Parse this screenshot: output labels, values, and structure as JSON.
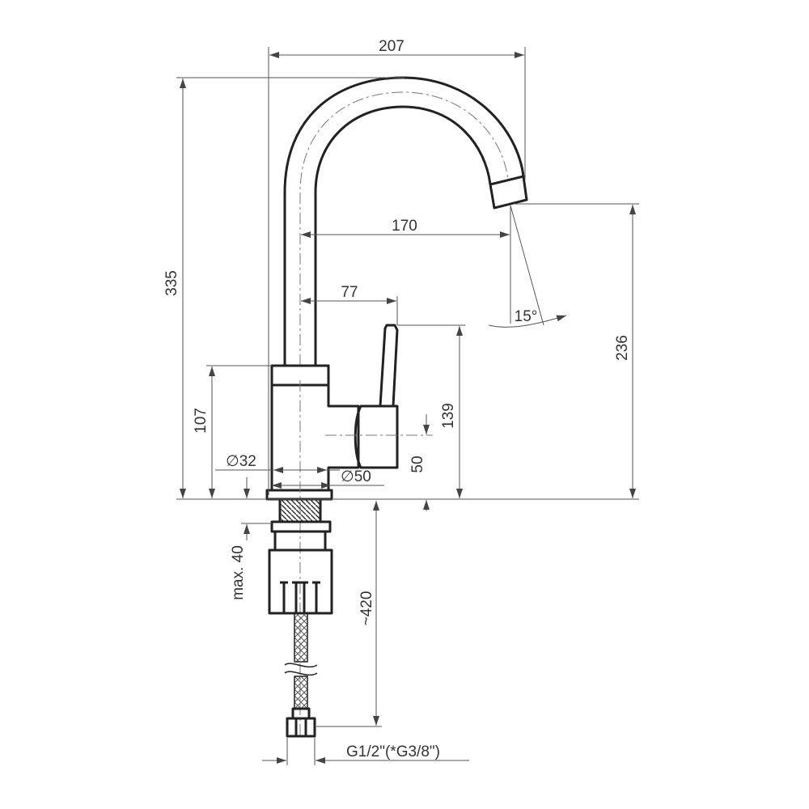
{
  "diagram": {
    "width_overall": "207",
    "height_total": "335",
    "reach_spout": "170",
    "reach_handle": "77",
    "outlet_angle": "15°",
    "spout_height": "236",
    "body_height": "107",
    "handle_height": "139",
    "handle_axis_height": "50",
    "body_diameter": "∅32",
    "base_diameter": "∅50",
    "max_deck": "max. 40",
    "hose_length": "~420",
    "thread": "G1/2\"(*G3/8\")"
  },
  "colors": {
    "line": "#222222",
    "dimension": "#555555",
    "text": "#333333"
  }
}
